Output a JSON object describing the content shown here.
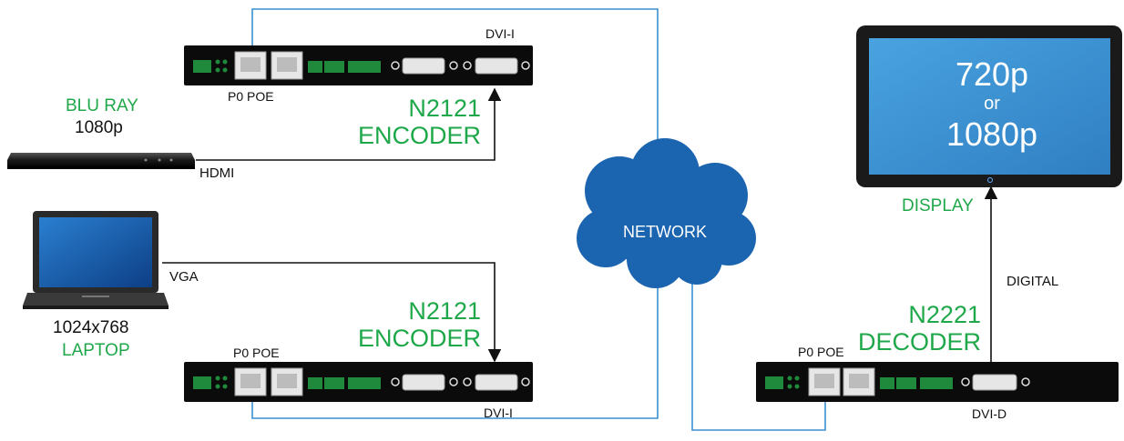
{
  "colors": {
    "green": "#1fa84a",
    "network_line": "#3a8fd0",
    "signal_line": "#111111",
    "device_body": "#0b0b0b",
    "port_green": "#1f8a3c",
    "cloud": "#1b64b0",
    "screen": "#3f94d6"
  },
  "encoder_top": {
    "model": "N2121",
    "role": "ENCODER",
    "poe_label": "P0 POE",
    "port_label": "DVI-I"
  },
  "encoder_bottom": {
    "model": "N2121",
    "role": "ENCODER",
    "poe_label": "P0 POE",
    "port_label": "DVI-I"
  },
  "decoder": {
    "model": "N2221",
    "role": "DECODER",
    "poe_label": "P0 POE",
    "port_label": "DVI-D"
  },
  "bluray": {
    "name": "BLU RAY",
    "resolution": "1080p",
    "connection": "HDMI"
  },
  "laptop": {
    "resolution": "1024x768",
    "name": "LAPTOP",
    "connection": "VGA"
  },
  "network": {
    "label": "NETWORK"
  },
  "display": {
    "name": "DISPLAY",
    "line1": "720p",
    "line2": "or",
    "line3": "1080p",
    "connection": "DIGITAL"
  }
}
